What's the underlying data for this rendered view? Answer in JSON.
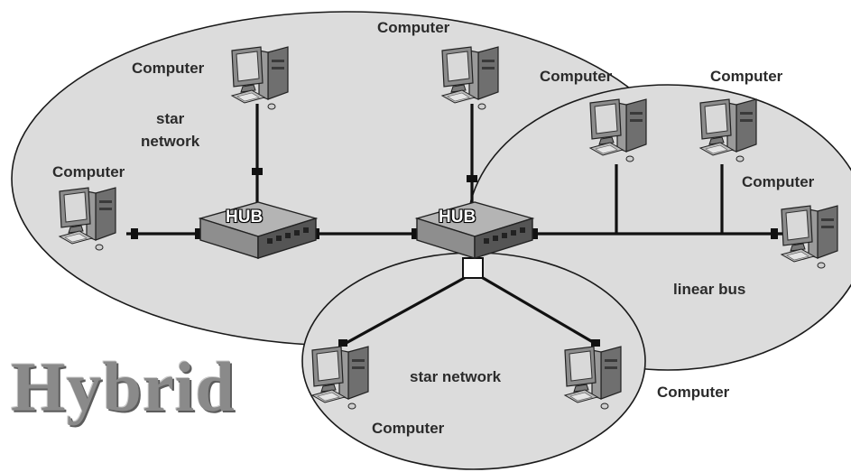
{
  "title": "Hybrid",
  "hub_label": "HUB",
  "computer_label": "Computer",
  "region_labels": {
    "left_star": "star\nnetwork",
    "bottom_star": "star network",
    "bus": "linear bus"
  },
  "colors": {
    "ellipse_fill": "#dcdcdc",
    "ellipse_stroke": "#1a1a1a",
    "cable": "#111111",
    "title": "#8a8a8a"
  }
}
